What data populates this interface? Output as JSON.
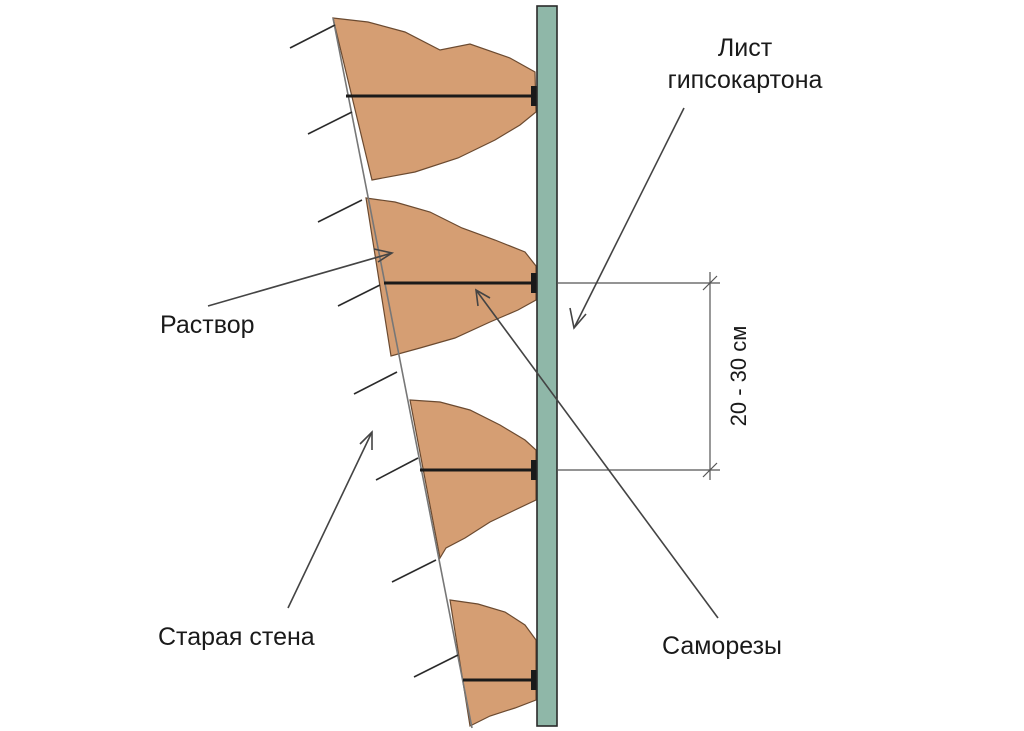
{
  "labels": {
    "sheet_line1": "Лист",
    "sheet_line2": "гипсокартона",
    "mortar": "Раствор",
    "old_wall": "Старая стена",
    "screws": "Саморезы",
    "spacing": "20 - 30 см"
  },
  "colors": {
    "mortar_fill": "#d59e73",
    "drywall_fill": "#8fb7a8",
    "line": "#1a1a1a"
  }
}
